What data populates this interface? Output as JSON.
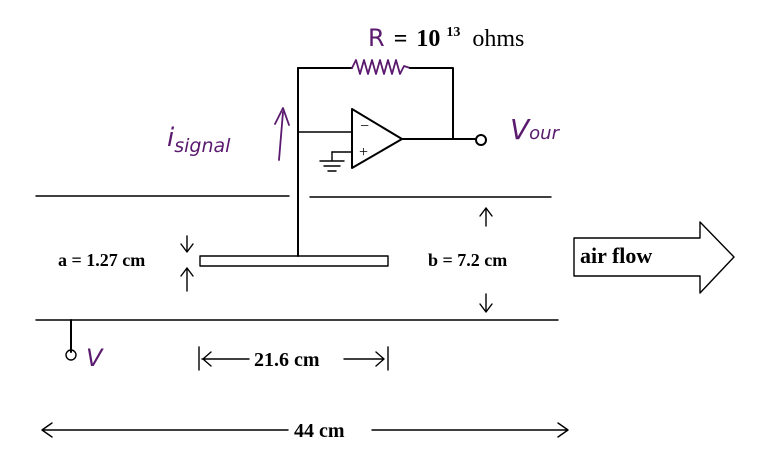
{
  "resistor": {
    "prefix": "R",
    "equals": "=",
    "base": "10",
    "exponent": "13",
    "unit": "ohms"
  },
  "labels": {
    "i_main": "i",
    "i_sub": "signal",
    "vout_main": "V",
    "vout_sub": "our",
    "v_label": "V",
    "opamp_minus": "−",
    "opamp_plus": "+",
    "a": "a = 1.27 cm",
    "b": "b = 7.2 cm",
    "air_flow": "air flow",
    "plate_length": "21.6 cm",
    "total_length": "44 cm"
  },
  "colors": {
    "ink": "#000000",
    "handwriting": "#5a1a6e"
  }
}
